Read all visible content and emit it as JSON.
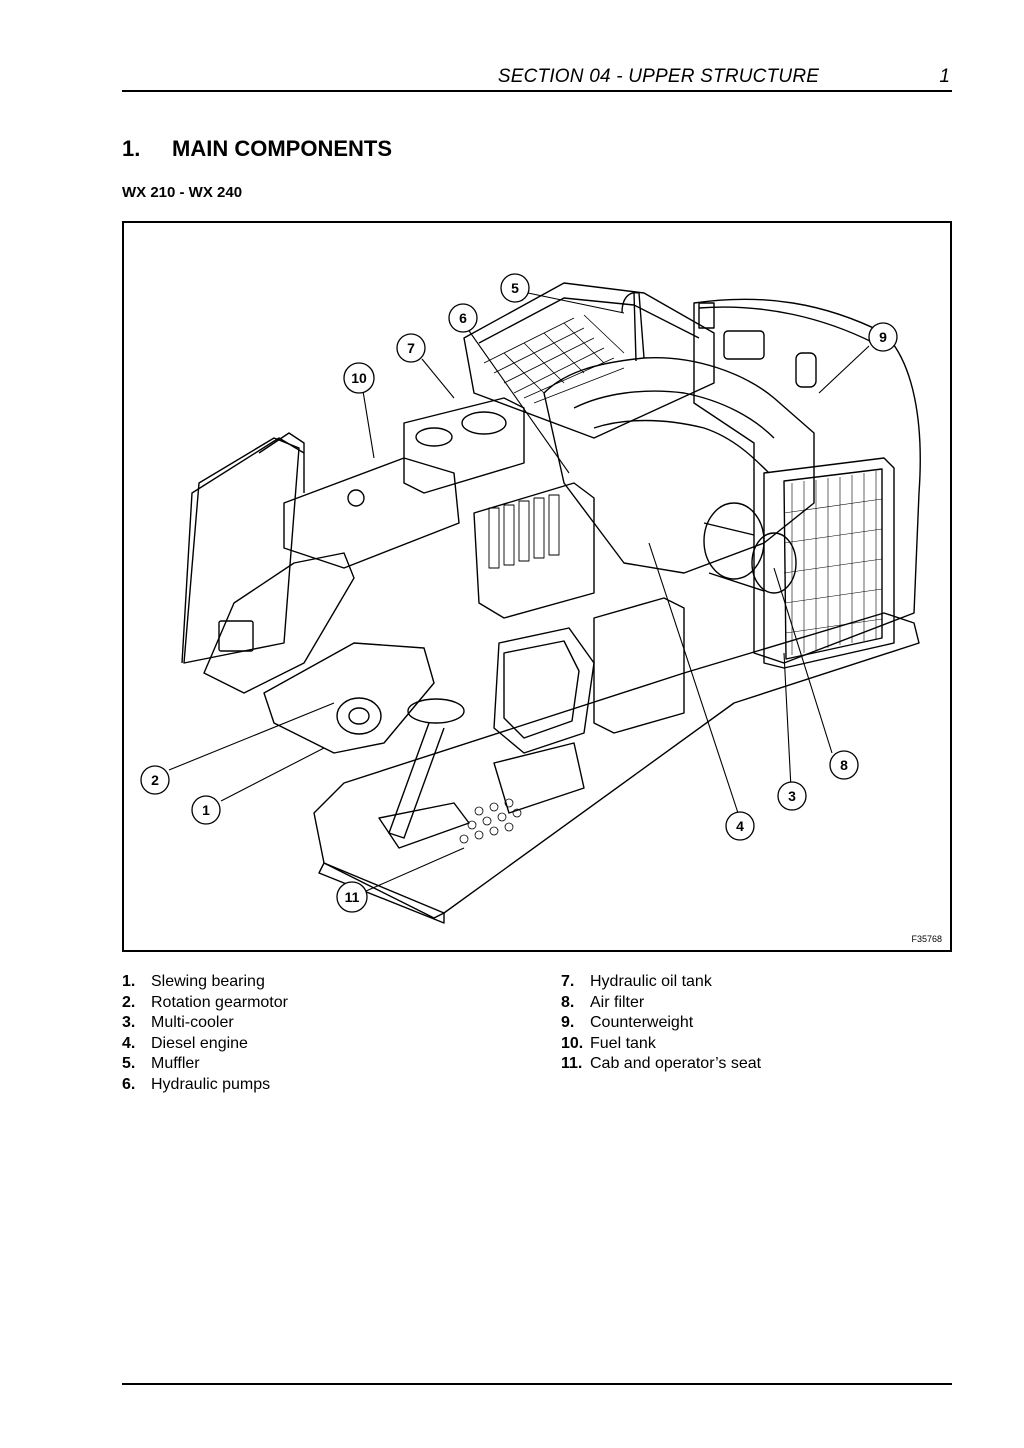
{
  "header": {
    "section_title": "SECTION 04 - UPPER STRUCTURE",
    "page_number": "1"
  },
  "heading": {
    "number": "1.",
    "title": "MAIN COMPONENTS"
  },
  "subheading": "WX 210 - WX 240",
  "figure": {
    "id": "F35768",
    "callouts": [
      "1",
      "2",
      "3",
      "4",
      "5",
      "6",
      "7",
      "8",
      "9",
      "10",
      "11"
    ]
  },
  "legend": {
    "left": [
      {
        "num": "1.",
        "label": "Slewing bearing"
      },
      {
        "num": "2.",
        "label": "Rotation gearmotor"
      },
      {
        "num": "3.",
        "label": "Multi-cooler"
      },
      {
        "num": "4.",
        "label": "Diesel engine"
      },
      {
        "num": "5.",
        "label": "Muffler"
      },
      {
        "num": "6.",
        "label": "Hydraulic pumps"
      }
    ],
    "right": [
      {
        "num": "7.",
        "label": "Hydraulic oil tank"
      },
      {
        "num": "8.",
        "label": "Air filter"
      },
      {
        "num": "9.",
        "label": "Counterweight"
      },
      {
        "num": "10.",
        "label": "Fuel tank"
      },
      {
        "num": "11.",
        "label": "Cab and operator’s seat"
      }
    ]
  }
}
